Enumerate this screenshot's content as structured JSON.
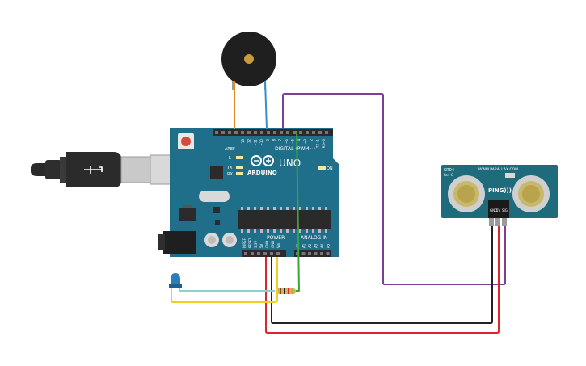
{
  "arduino": {
    "brand": "ARDUINO",
    "model": "UNO",
    "digital_header": "DIGITAL (PWM~)",
    "power_header": "POWER",
    "analog_header": "ANALOG IN",
    "on_label": "ON",
    "l_label": "L",
    "tx_label": "TX",
    "rx_label": "RX",
    "aref_label": "AREF",
    "gnd_label": "GND",
    "digital_pins": [
      "13",
      "12",
      "~11",
      "~10",
      "~9",
      "8",
      "7",
      "~6",
      "~5",
      "4",
      "~3",
      "2",
      "TX→1",
      "RX←0"
    ],
    "power_pins": [
      "IOREF",
      "RESET",
      "3.3V",
      "5V",
      "GND",
      "GND",
      "Vin"
    ],
    "analog_pins": [
      "A0",
      "A1",
      "A2",
      "A3",
      "A4",
      "A5"
    ]
  },
  "sensor": {
    "model": "SR04",
    "version": "Rev C",
    "url": "WWW.PARALLAX.COM",
    "brand": "PING)))",
    "pins": [
      "GND",
      "5V",
      "SIG"
    ]
  },
  "colors": {
    "board": "#1f6f8b",
    "sensor_board": "#1e6b7b",
    "wire_purple": "#7b3f96",
    "wire_red": "#e0242b",
    "wire_black": "#222222",
    "wire_green": "#3aa63a",
    "wire_orange": "#e08a1e",
    "wire_blue": "#3a8ed0",
    "wire_yellow": "#f2cf1f",
    "wire_teal": "#8ecfd0"
  }
}
